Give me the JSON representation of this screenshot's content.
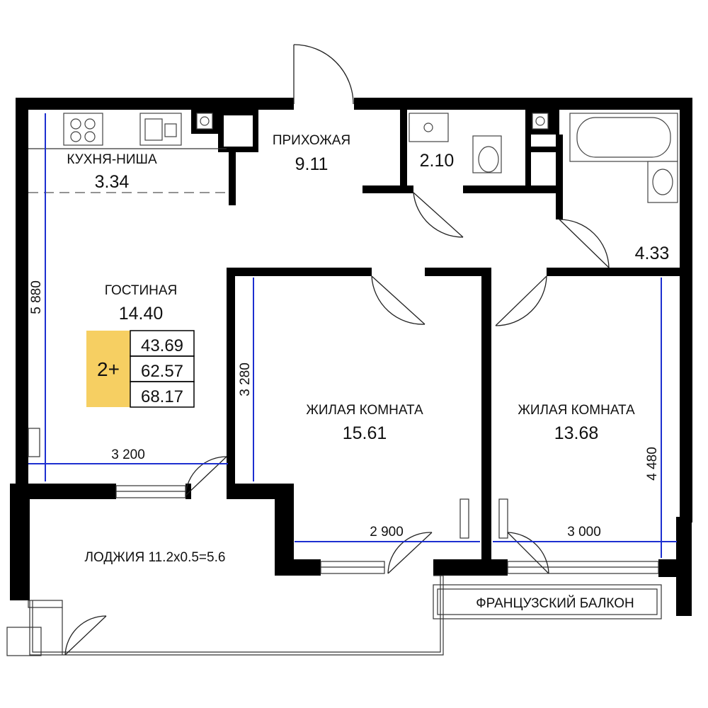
{
  "rooms": {
    "kitchen": {
      "name": "КУХНЯ-НИША",
      "area": "3.34"
    },
    "hall": {
      "name": "ПРИХОЖАЯ",
      "area": "9.11"
    },
    "wc": {
      "area": "2.10"
    },
    "bath": {
      "area": "4.33"
    },
    "living": {
      "name": "ГОСТИНАЯ",
      "area": "14.40"
    },
    "bedroom1": {
      "name": "ЖИЛАЯ КОМНАТА",
      "area": "15.61"
    },
    "bedroom2": {
      "name": "ЖИЛАЯ КОМНАТА",
      "area": "13.68"
    },
    "loggia": {
      "name": "ЛОДЖИЯ 11.2х0.5=5.6"
    },
    "balcony": {
      "name": "ФРАНЦУЗСКИЙ БАЛКОН"
    }
  },
  "summary": {
    "type": "2+",
    "living_area": "43.69",
    "total_area": "62.57",
    "total_with_loggia": "68.17",
    "accent": "#f6cf62"
  },
  "dimensions": {
    "living_height": "5 880",
    "living_width": "3 200",
    "bedroom1_height": "3 280",
    "bedroom1_width": "2 900",
    "bedroom2_width": "3 000",
    "bedroom2_height": "4 480"
  },
  "colors": {
    "wall": "#000000",
    "dimension": "#1d2fd0"
  }
}
